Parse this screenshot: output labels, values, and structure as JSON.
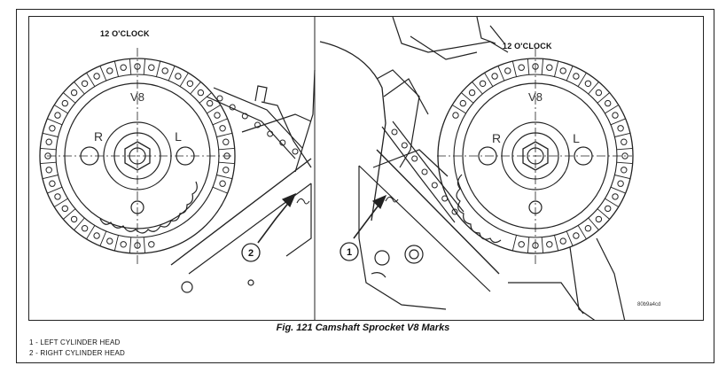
{
  "figure": {
    "left_panel": {
      "clock_label": "12 O'CLOCK",
      "callout": "2"
    },
    "right_panel": {
      "clock_label": "12 O'CLOCK",
      "callout": "1"
    },
    "sprocket": {
      "bank_label": "V8",
      "right_label": "R",
      "left_label": "L"
    },
    "reference_code": "80b9a4cd"
  },
  "caption": "Fig. 121 Camshaft Sprocket V8 Marks",
  "legend": [
    "1 - LEFT CYLINDER HEAD",
    "2 - RIGHT CYLINDER HEAD"
  ]
}
